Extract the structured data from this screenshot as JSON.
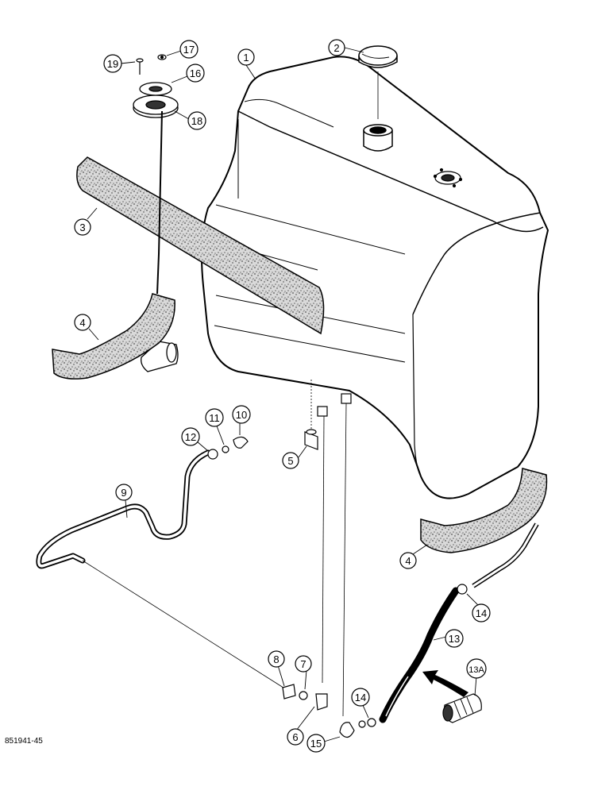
{
  "figure_code": "851941-45",
  "callouts": [
    {
      "label": "1"
    },
    {
      "label": "2"
    },
    {
      "label": "3"
    },
    {
      "label": "4"
    },
    {
      "label": "4"
    },
    {
      "label": "5"
    },
    {
      "label": "6"
    },
    {
      "label": "7"
    },
    {
      "label": "8"
    },
    {
      "label": "9"
    },
    {
      "label": "10"
    },
    {
      "label": "11"
    },
    {
      "label": "12"
    },
    {
      "label": "13"
    },
    {
      "label": "13A"
    },
    {
      "label": "14"
    },
    {
      "label": "14"
    },
    {
      "label": "15"
    },
    {
      "label": "16"
    },
    {
      "label": "17"
    },
    {
      "label": "18"
    },
    {
      "label": "19"
    }
  ]
}
